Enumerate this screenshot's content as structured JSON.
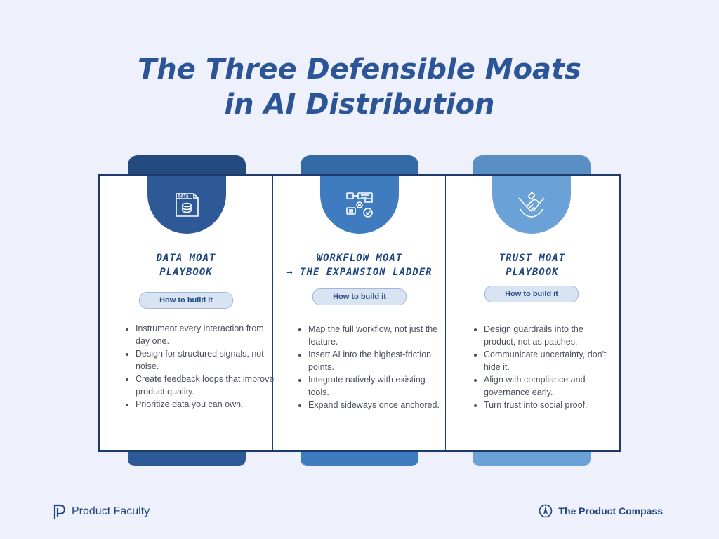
{
  "title": {
    "line1": "The Three Defensible Moats",
    "line2": "in AI Distribution"
  },
  "columns": [
    {
      "icon": "data-file-icon",
      "title_line1": "DATA MOAT",
      "title_line2": "PLAYBOOK",
      "pill": "How to build it",
      "bullets": [
        "Instrument every interaction from day one.",
        "Design for structured signals, not noise.",
        "Create feedback loops that improve product quality.",
        "Prioritize data you can own."
      ],
      "color": "#2d5997"
    },
    {
      "icon": "workflow-icon",
      "title_line1": "WORKFLOW MOAT",
      "title_line2": "→ THE EXPANSION LADDER",
      "pill": "How to build it",
      "bullets": [
        "Map the full workflow, not just the feature.",
        "Insert AI into the highest-friction points.",
        "Integrate natively with existing tools.",
        "Expand sideways once anchored."
      ],
      "color": "#3e7bbf"
    },
    {
      "icon": "handshake-icon",
      "title_line1": "TRUST MOAT",
      "title_line2": "PLAYBOOK",
      "pill": "How to build it",
      "bullets": [
        "Design guardrails into the product, not as patches.",
        "Communicate uncertainty, don't hide it.",
        "Align with compliance and governance early.",
        "Turn trust into social proof."
      ],
      "color": "#6aa2d8"
    }
  ],
  "footer": {
    "left_brand": "Product Faculty",
    "right_brand": "The Product Compass"
  },
  "colors": {
    "background": "#eef1fb",
    "title": "#2b5597",
    "frame": "#1c3a6b"
  }
}
